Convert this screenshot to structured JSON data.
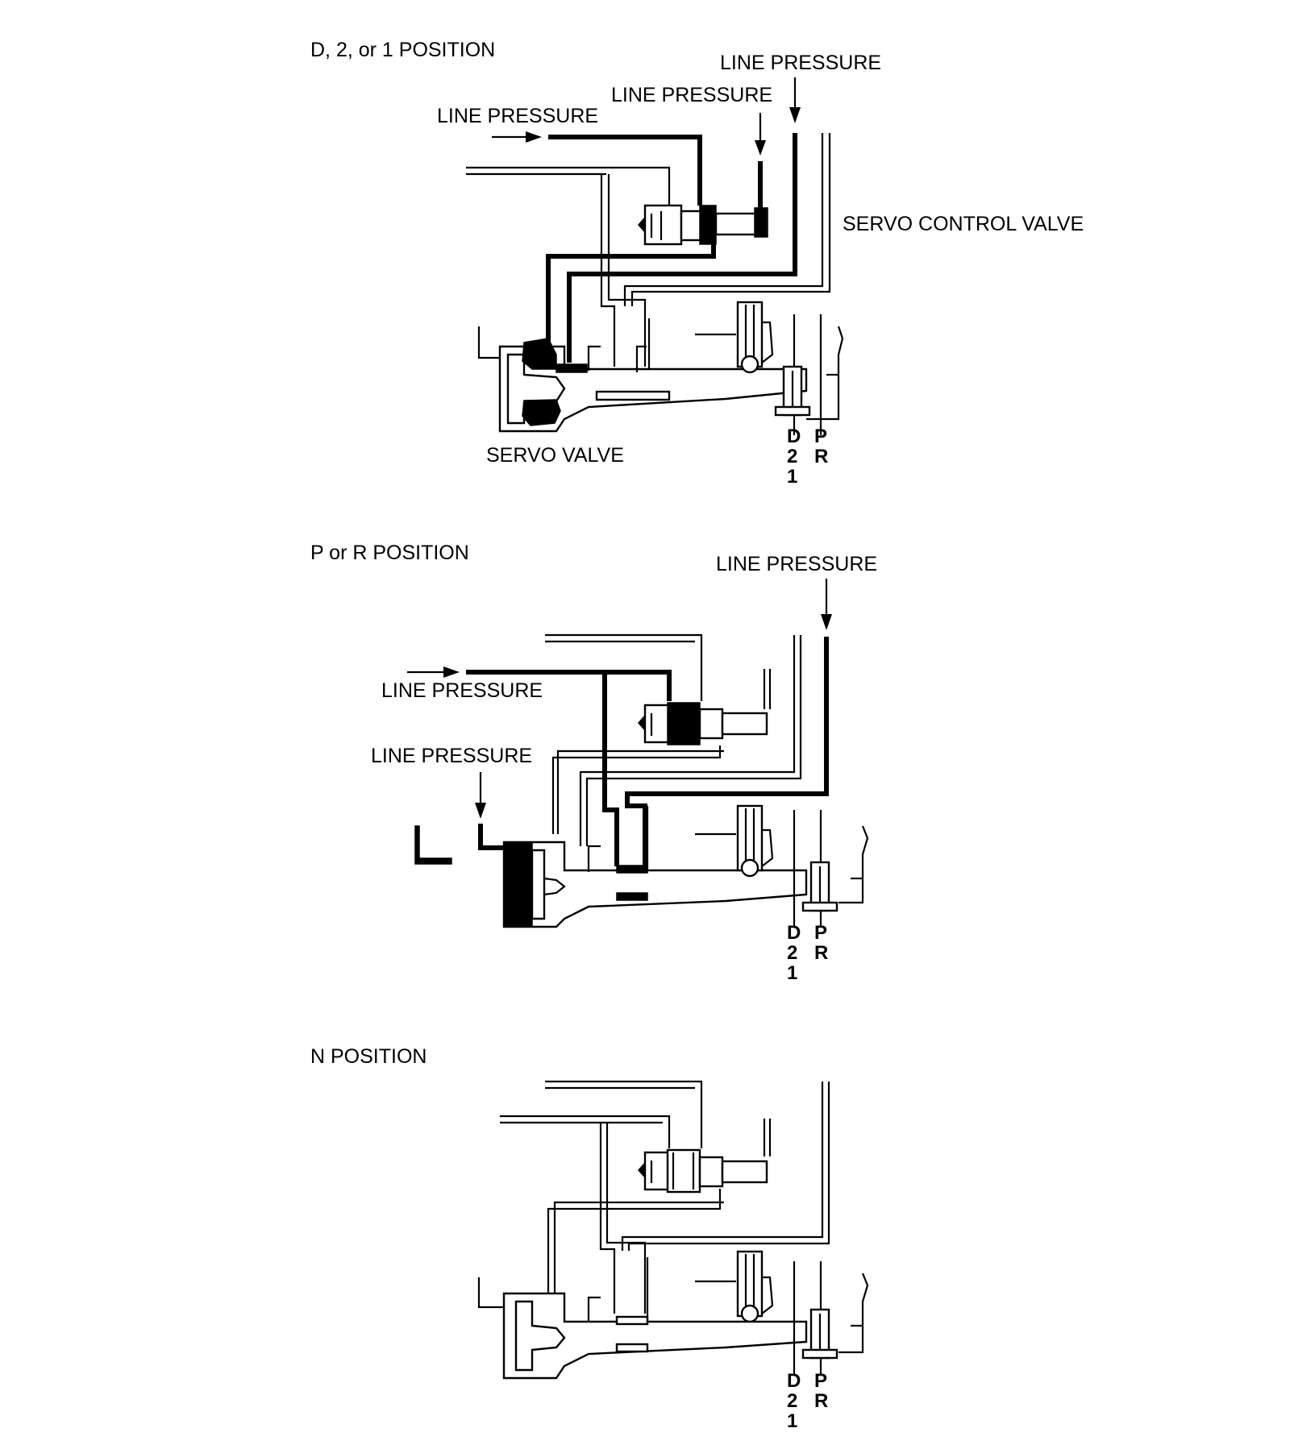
{
  "panels": {
    "d21": {
      "title": "D, 2, or 1 POSITION",
      "line_pressure_left": "LINE PRESSURE",
      "line_pressure_mid": "LINE PRESSURE",
      "line_pressure_right": "LINE PRESSURE",
      "servo_control_valve": "SERVO CONTROL VALVE",
      "servo_valve": "SERVO VALVE",
      "pos_d": "D",
      "pos_2": "2",
      "pos_1": "1",
      "pos_p": "P",
      "pos_r": "R"
    },
    "pr": {
      "title": "P or R POSITION",
      "line_pressure_right": "LINE PRESSURE",
      "line_pressure_left": "LINE PRESSURE",
      "line_pressure_lower": "LINE PRESSURE",
      "pos_d": "D",
      "pos_2": "2",
      "pos_1": "1",
      "pos_p": "P",
      "pos_r": "R"
    },
    "n": {
      "title": "N POSITION",
      "pos_d": "D",
      "pos_2": "2",
      "pos_1": "1",
      "pos_p": "P",
      "pos_r": "R"
    }
  }
}
